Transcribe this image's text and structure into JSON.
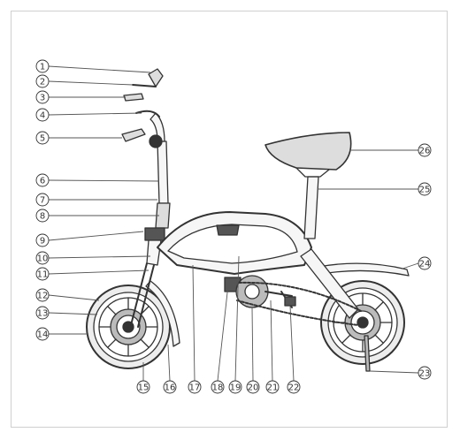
{
  "colors": {
    "line": "#333333",
    "fill_light": "#f2f2f2",
    "fill_mid": "#cfcfcf",
    "fill_dark": "#555555"
  },
  "callouts": [
    {
      "number": "1"
    },
    {
      "number": "2"
    },
    {
      "number": "3"
    },
    {
      "number": "4"
    },
    {
      "number": "5"
    },
    {
      "number": "6"
    },
    {
      "number": "7"
    },
    {
      "number": "8"
    },
    {
      "number": "9"
    },
    {
      "number": "10"
    },
    {
      "number": "11"
    },
    {
      "number": "12"
    },
    {
      "number": "13"
    },
    {
      "number": "14"
    },
    {
      "number": "15"
    },
    {
      "number": "16"
    },
    {
      "number": "17"
    },
    {
      "number": "18"
    },
    {
      "number": "19"
    },
    {
      "number": "20"
    },
    {
      "number": "21"
    },
    {
      "number": "22"
    },
    {
      "number": "23"
    },
    {
      "number": "24"
    },
    {
      "number": "25"
    },
    {
      "number": "26"
    }
  ]
}
